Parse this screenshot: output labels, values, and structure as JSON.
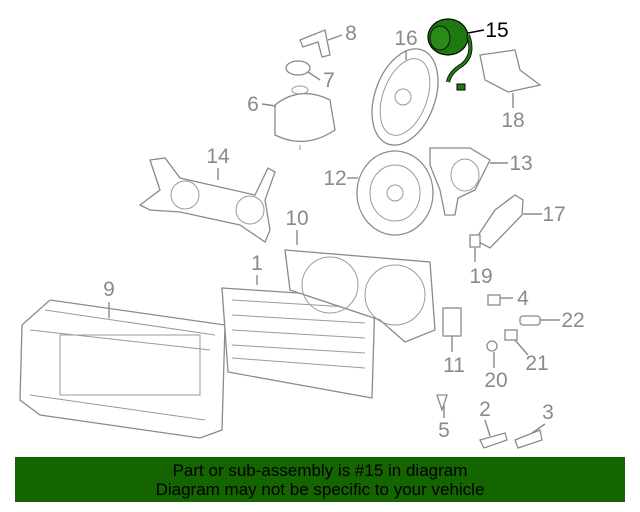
{
  "diagram": {
    "highlighted_part": "15",
    "highlight_color": "#1e7a10",
    "labels": {
      "p1": "1",
      "p2": "2",
      "p3": "3",
      "p4": "4",
      "p5": "5",
      "p6": "6",
      "p7": "7",
      "p8": "8",
      "p9": "9",
      "p10": "10",
      "p11": "11",
      "p12": "12",
      "p13": "13",
      "p14": "14",
      "p15": "15",
      "p16": "16",
      "p17": "17",
      "p18": "18",
      "p19": "19",
      "p20": "20",
      "p21": "21",
      "p22": "22"
    }
  },
  "banner": {
    "line1": "Part or sub-assembly is #15 in diagram",
    "line2": "Diagram may not be specific to your vehicle",
    "background": "#146400"
  }
}
